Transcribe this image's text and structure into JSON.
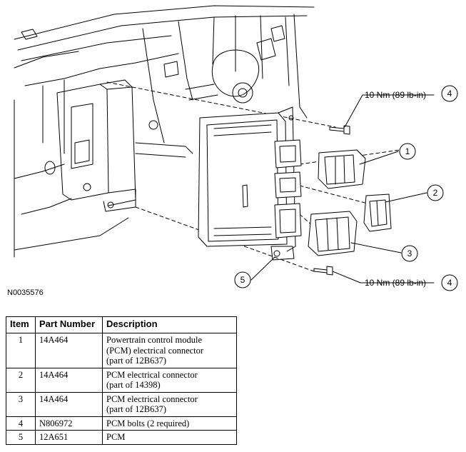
{
  "callouts": {
    "torque_top": "10 Nm (89 lb-in)",
    "torque_bottom": "10 Nm (89 lb-in)",
    "n1": "1",
    "n2": "2",
    "n3": "3",
    "n4a": "4",
    "n4b": "4",
    "n5": "5"
  },
  "figure_id": "N0035576",
  "table": {
    "headers": [
      "Item",
      "Part Number",
      "Description"
    ],
    "rows": [
      {
        "item": "1",
        "part": "14A464",
        "desc": [
          "Powertrain control module",
          "(PCM) electrical connector",
          "(part of 12B637)"
        ]
      },
      {
        "item": "2",
        "part": "14A464",
        "desc": [
          "PCM electrical connector",
          "(part of 14398)"
        ]
      },
      {
        "item": "3",
        "part": "14A464",
        "desc": [
          "PCM electrical connector",
          "(part of 12B637)"
        ]
      },
      {
        "item": "4",
        "part": "N806972",
        "desc": [
          "PCM bolts (2 required)"
        ]
      },
      {
        "item": "5",
        "part": "12A651",
        "desc": [
          "PCM"
        ]
      }
    ]
  }
}
